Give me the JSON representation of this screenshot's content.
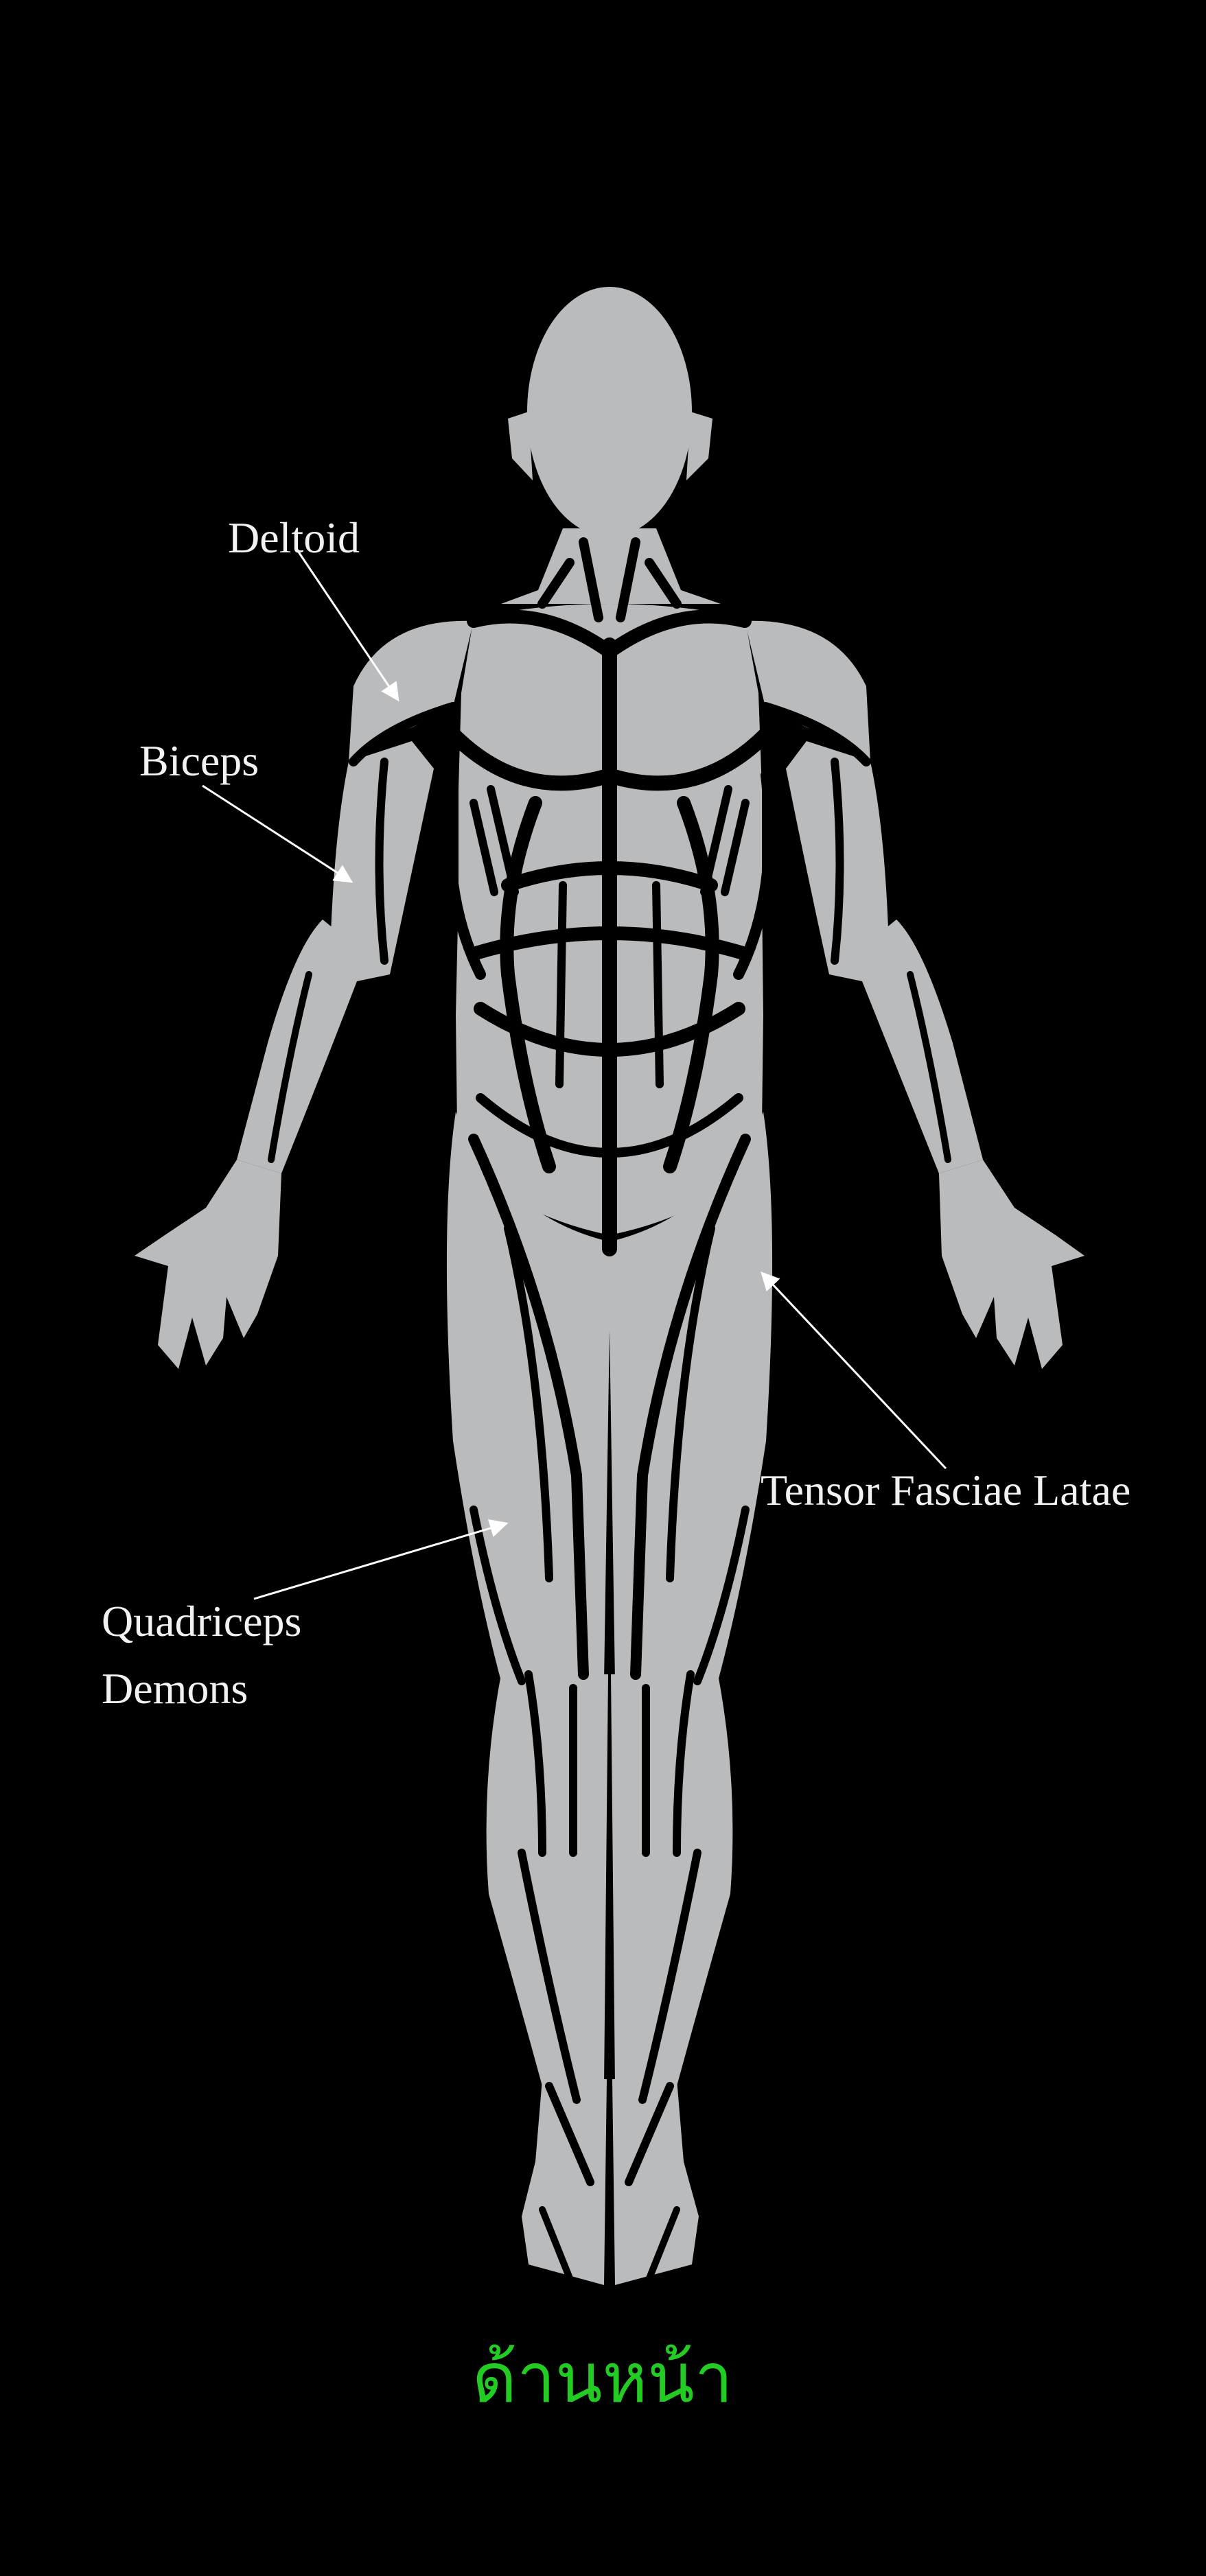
{
  "labels": {
    "deltoid": "Deltoid",
    "biceps": "Biceps",
    "tensor_fasciae_latae": "Tensor Fasciae Latae",
    "quadriceps": "Quadriceps",
    "demons": "Demons"
  },
  "caption": "ด้านหน้า",
  "colors": {
    "background": "#000000",
    "body": "#babbbd",
    "caption": "#22cc22",
    "label_text": "#f2f2f2"
  }
}
